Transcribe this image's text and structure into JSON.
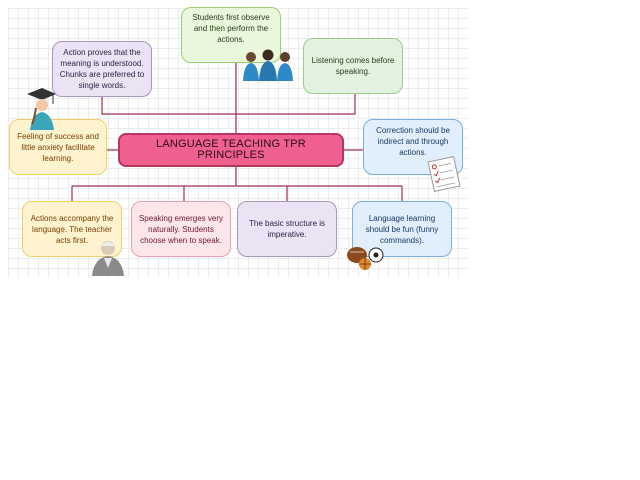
{
  "diagram": {
    "title": "LANGUAGE TEACHING TPR PRINCIPLES",
    "nodes": {
      "action_proves": "Action proves that the meaning is understood. Chunks are preferred to single words.",
      "observe_perform": "Students first observe and then perform the actions.",
      "listening": "Listening comes before speaking.",
      "success": "Feeling of success and little anxiety facilitate learning.",
      "correction": "Correction should be indirect and through actions.",
      "actions_accompany": "Actions accompany the language. The teacher acts first.",
      "speaking_emerges": "Speaking emerges very naturally. Students choose when to speak.",
      "imperative": "The basic structure is imperative.",
      "fun": "Language learning should be fun (funny commands)."
    }
  },
  "icons": {
    "graduate": "graduate-icon",
    "students": "students-icon",
    "checklist": "checklist-icon",
    "teacher": "teacher-icon",
    "balls": "sports-balls-icon"
  },
  "colors": {
    "center_fill": "#f0608e",
    "connector": "#a0304c"
  }
}
